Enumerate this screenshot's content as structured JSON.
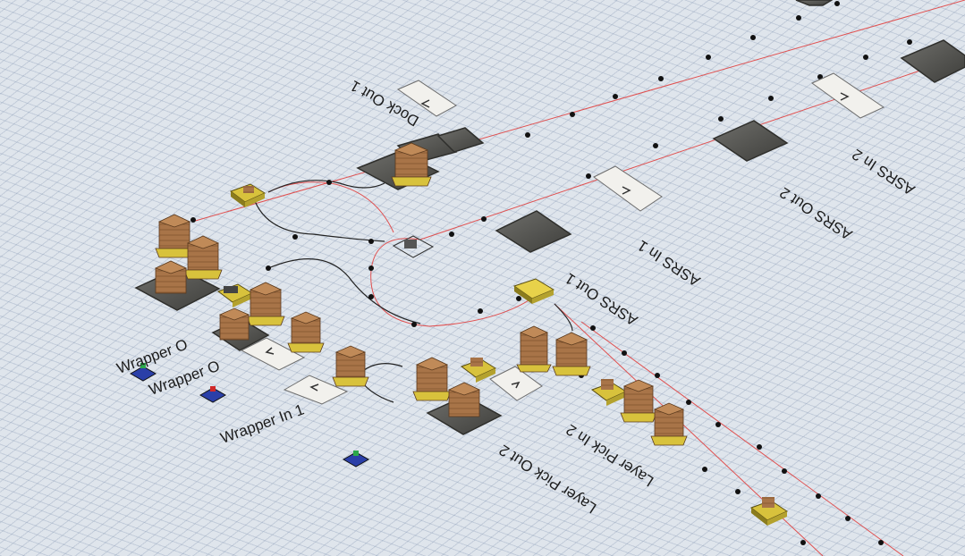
{
  "scene": {
    "labels": {
      "dock_out_1": "Dock Out 1",
      "asrs_in_2": "ASRS In 2",
      "asrs_out_2": "ASRS Out 2",
      "asrs_in_1": "ASRS In 1",
      "asrs_out_1": "ASRS Out 1",
      "wrapper_out_a": "Wrapper O",
      "wrapper_out_b": "Wrapper O",
      "wrapper_in_1": "Wrapper In 1",
      "layer_pick_in_2": "Layer Pick In 2",
      "layer_pick_out_2": "Layer Pick Out 2"
    },
    "colors": {
      "floor": "#dfe5ec",
      "grid": "#8c9db4",
      "pad": "#5b5b58",
      "pad_edge": "#2f2f2c",
      "agv": "#d8c23c",
      "box": "#a87448",
      "path_red": "#e05050",
      "path_black": "#222222"
    }
  }
}
